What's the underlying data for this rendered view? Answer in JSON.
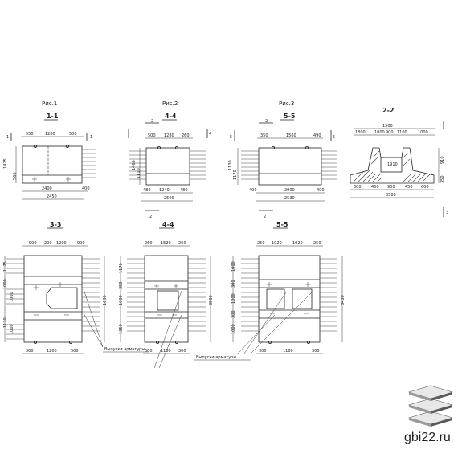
{
  "figures": [
    {
      "fig": "Рис.1",
      "section": "1-1",
      "cut_left": "1",
      "cut_right": "1",
      "cut_bottom": "",
      "dims_top": [
        "550",
        "1280",
        "500"
      ],
      "dims_side": [
        "1425",
        "560"
      ],
      "dims_bottom": [
        "2400",
        "400"
      ],
      "total": "2450"
    },
    {
      "fig": "Рис.2",
      "section": "4-4",
      "cut_left": "",
      "cut_right": "4",
      "cut_top": "2",
      "cut_bottom": "2",
      "dims_top": [
        "500",
        "1280",
        "260"
      ],
      "dims_side": [
        "1466",
        "1110"
      ],
      "dims_bottom": [
        "480",
        "1240",
        "480"
      ],
      "total": "2500"
    },
    {
      "fig": "Рис.3",
      "section": "5-5",
      "cut_left": "5",
      "cut_right": "5",
      "cut_top": "2",
      "cut_bottom": "2",
      "dims_top": [
        "350",
        "1560",
        "490"
      ],
      "dims_side": [
        "1130",
        "1170"
      ],
      "dims_bottom": [
        "400",
        "2000",
        "400"
      ],
      "total": "2530"
    }
  ],
  "section22": {
    "title": "2-2",
    "dims_top": [
      "1800",
      "1500",
      "1000",
      "900",
      "1100",
      "1000"
    ],
    "dims_side": [
      "910",
      "350"
    ],
    "dims_mid": [
      "1910"
    ],
    "dims_bottom": [
      "600",
      "450",
      "900",
      "450",
      "600"
    ],
    "total": "3500",
    "cut": "3"
  },
  "plans": [
    {
      "title": "3-3",
      "dims_top": [
        "900",
        "200",
        "1200",
        "900"
      ],
      "dims_left": [
        "1175",
        "1000",
        "1000",
        "1170",
        "1000"
      ],
      "dims_right": [
        "1630"
      ],
      "dims_bottom": [
        "300",
        "1200",
        "500"
      ]
    },
    {
      "title": "4-4",
      "dims_top": [
        "260",
        "1520",
        "260"
      ],
      "dims_left": [
        "1170",
        "350",
        "1000",
        "1350"
      ],
      "dims_right": [
        "3500"
      ],
      "dims_bottom": [
        "300",
        "1180",
        "300"
      ]
    },
    {
      "title": "5-5",
      "dims_top": [
        "250",
        "1020",
        "1020",
        "250"
      ],
      "dims_left": [
        "1000",
        "300",
        "1000",
        "300",
        "1000"
      ],
      "dims_right": [
        "3430"
      ],
      "dims_bottom": [
        "300",
        "1180",
        "300"
      ]
    }
  ],
  "callouts": {
    "left": "Выпуски арматуры",
    "right": "Выпуски арматуры"
  },
  "watermark": "gbi22.ru",
  "logo": {
    "name": "logo-stack",
    "colors": {
      "top": "#e8e8e8",
      "side": "#9a9a9a",
      "edge": "#5a5a5a"
    }
  }
}
